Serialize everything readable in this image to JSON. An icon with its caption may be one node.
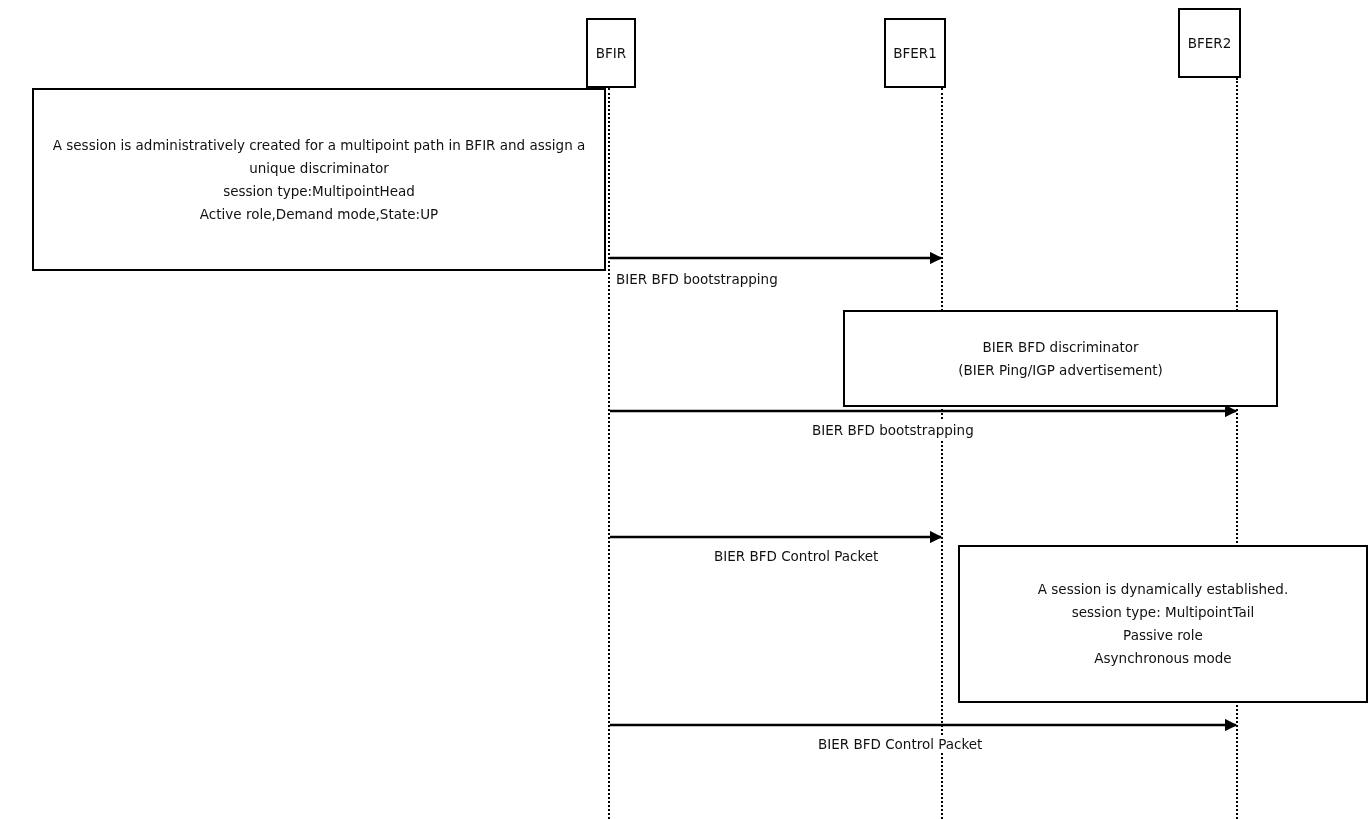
{
  "diagram": {
    "nodes": [
      {
        "text": [
          "BFIR"
        ]
      },
      {
        "text": [
          "BFER1"
        ]
      },
      {
        "text": [
          "BFER2"
        ]
      },
      {
        "text": [
          "A session is administratively created for a multipoint path in BFIR and assign a unique discriminator",
          "session type:MultipointHead",
          "Active role,Demand mode,State:UP"
        ]
      },
      {
        "text": [
          "BIER BFD discriminator",
          "(BIER Ping/IGP advertisement)"
        ]
      },
      {
        "text": [
          "A session is dynamically established.",
          "session type: MultipointTail",
          "Passive role",
          "Asynchronous mode"
        ]
      },
      {
        "text": [],
        "shape": "line"
      },
      {
        "text": [],
        "shape": "line"
      },
      {
        "text": [],
        "shape": "line"
      }
    ],
    "edges": [
      {
        "from": 6,
        "to": 7,
        "arrow": "to",
        "label": "BIER BFD bootstrapping"
      },
      {
        "from": 6,
        "to": 8,
        "arrow": "to",
        "label": "BIER BFD bootstrapping"
      },
      {
        "from": 6,
        "to": 7,
        "arrow": "to",
        "label": "BIER BFD Control Packet"
      },
      {
        "from": 6,
        "to": 8,
        "arrow": "to",
        "label": "BIER BFD Control Packet"
      }
    ]
  }
}
